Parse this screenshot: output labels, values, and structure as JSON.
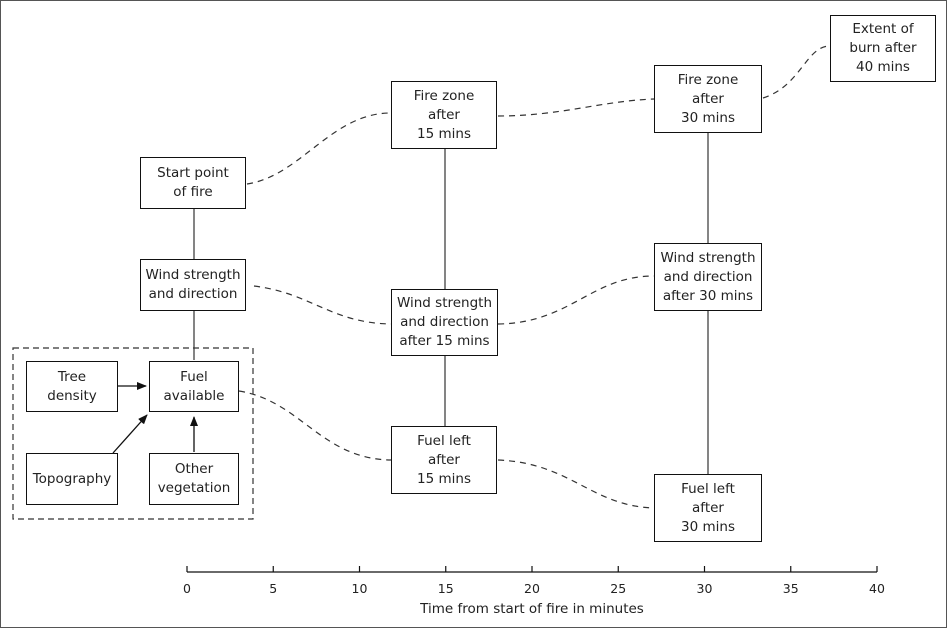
{
  "nodes": {
    "start_point": "Start point\nof fire",
    "wind_0": "Wind strength\nand direction",
    "tree_density": "Tree\ndensity",
    "fuel_available": "Fuel\navailable",
    "topography": "Topography",
    "other_vegetation": "Other\nvegetation",
    "fire_zone_15": "Fire zone\nafter\n15 mins",
    "wind_15": "Wind strength\nand direction\nafter 15 mins",
    "fuel_left_15": "Fuel left\nafter\n15 mins",
    "fire_zone_30": "Fire zone\nafter\n30 mins",
    "wind_30": "Wind strength\nand direction\nafter 30 mins",
    "fuel_left_30": "Fuel left\nafter\n30 mins",
    "extent_40": "Extent of\nburn after\n40 mins"
  },
  "axis": {
    "ticks": [
      "0",
      "5",
      "10",
      "15",
      "20",
      "25",
      "30",
      "35",
      "40"
    ],
    "title": "Time from start of fire in minutes"
  }
}
